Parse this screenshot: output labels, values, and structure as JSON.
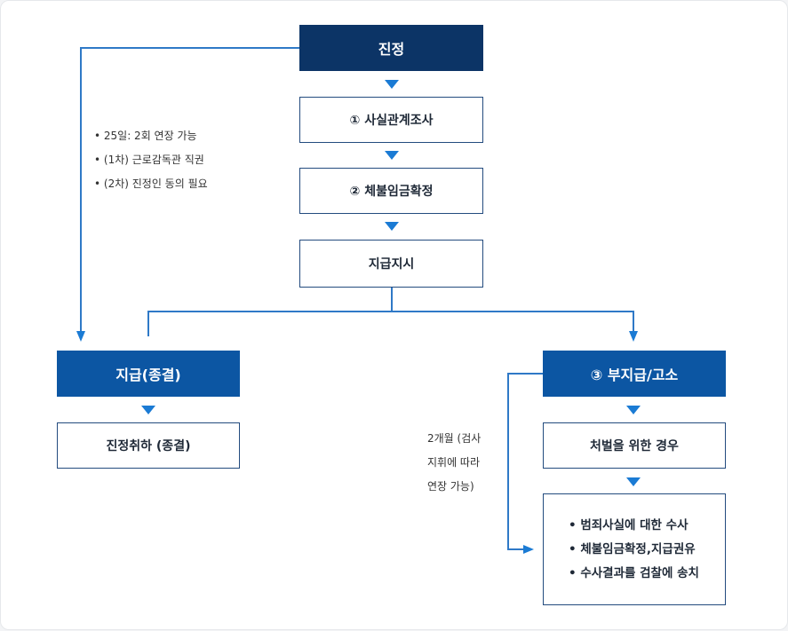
{
  "colors": {
    "navy": "#0c3466",
    "blue": "#0c56a3",
    "arrow": "#1b7bd4",
    "line": "#2f79c7"
  },
  "nodes": {
    "complaint": "진정",
    "step1": "① 사실관계조사",
    "step2": "② 체불임금확정",
    "order": "지급지시",
    "paid": "지급(종결)",
    "withdraw": "진정취하 (종결)",
    "unpaid": "③ 부지급/고소",
    "punish": "처벌을 위한 경우"
  },
  "notes": {
    "left": [
      "• 25일: 2회 연장 가능",
      "• (1차) 근로감독관 직권",
      "• (2차) 진정인 동의 필요"
    ],
    "right": [
      "2개월 (검사",
      "지휘에 따라",
      "연장 가능)"
    ]
  },
  "actions": [
    "• 범죄사실에 대한 수사",
    "• 체불임금확정,지급권유",
    "• 수사결과를 검찰에 송치"
  ]
}
